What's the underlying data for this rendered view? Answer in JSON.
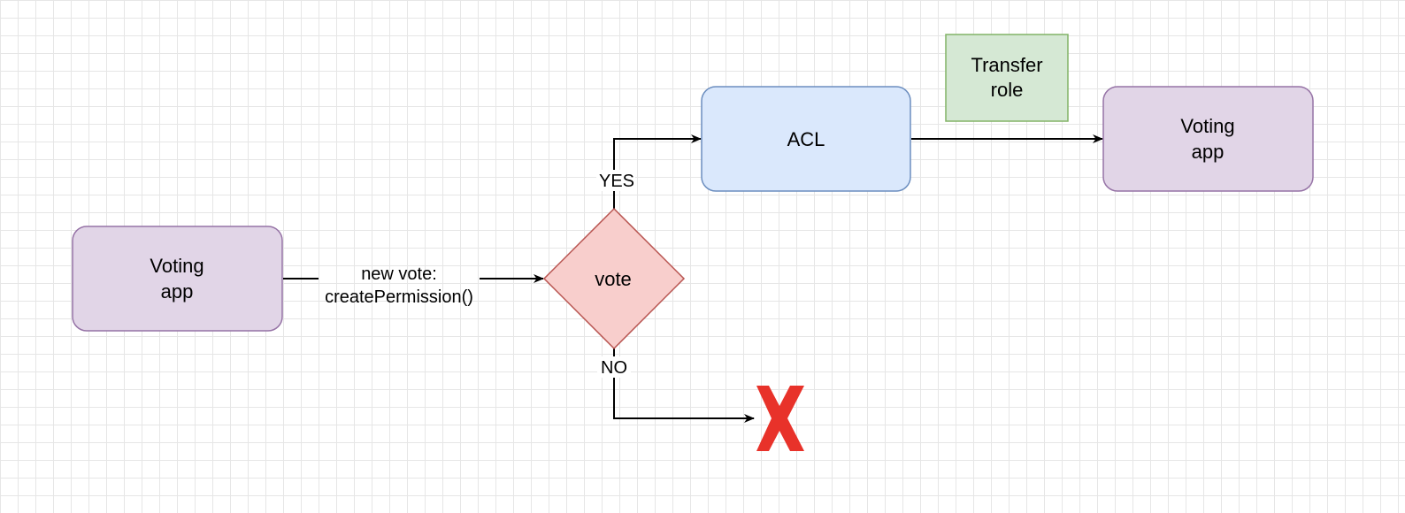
{
  "diagram": {
    "nodes": {
      "voting_app_source": {
        "lines": [
          "Voting",
          "app"
        ],
        "fill": "#e1d5e7",
        "stroke": "#9673a6"
      },
      "vote_decision": {
        "label": "vote",
        "fill": "#f8cecc",
        "stroke": "#b85450"
      },
      "acl": {
        "label": "ACL",
        "fill": "#dae8fc",
        "stroke": "#6c8ebf"
      },
      "transfer_role": {
        "lines": [
          "Transfer",
          "role"
        ],
        "fill": "#d5e8d4",
        "stroke": "#82b366"
      },
      "voting_app_target": {
        "lines": [
          "Voting",
          "app"
        ],
        "fill": "#e1d5e7",
        "stroke": "#9673a6"
      },
      "rejected_mark": {
        "icon": "red-x-icon",
        "color": "#e8322a"
      }
    },
    "edges": {
      "new_vote": {
        "lines": [
          "new vote:",
          "createPermission()"
        ]
      },
      "yes": {
        "label": "YES"
      },
      "no": {
        "label": "NO"
      },
      "acl_to_voting": {
        "label": ""
      }
    },
    "colors": {
      "edge": "#000000",
      "grid": "#e6e6e6"
    }
  }
}
